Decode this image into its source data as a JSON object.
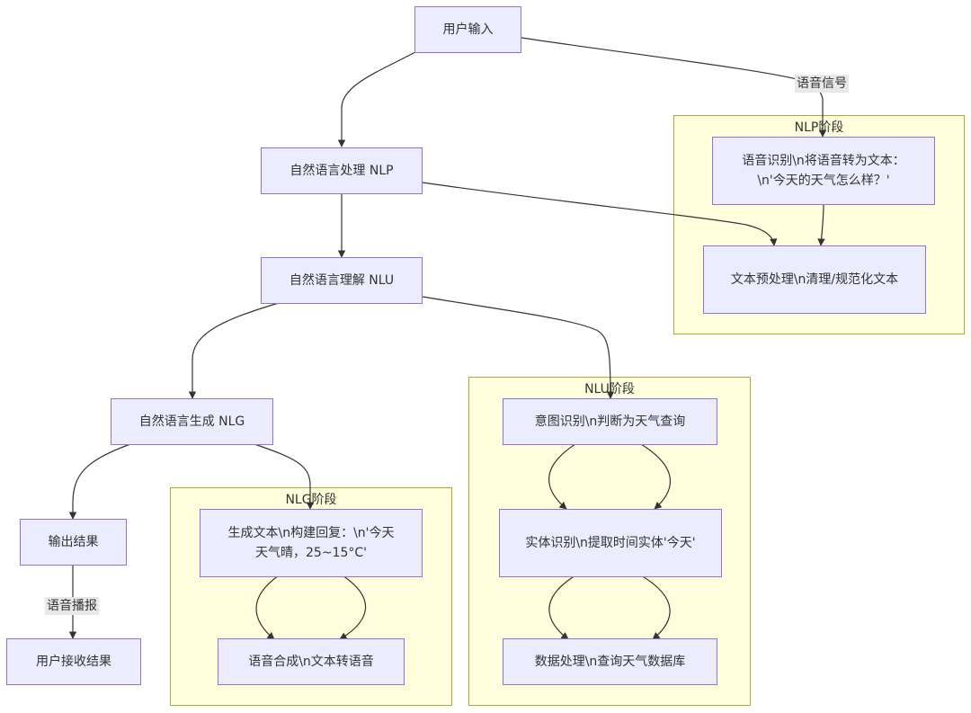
{
  "nodes": {
    "user_input": "用户输入",
    "nlp": "自然语言处理 NLP",
    "nlu": "自然语言理解 NLU",
    "nlg": "自然语言生成 NLG",
    "output": "输出结果",
    "user_receive": "用户接收结果",
    "speech_recognition": "语音识别\\n将语音转为文本：\\n'今天的天气怎么样？'",
    "text_preprocess": "文本预处理\\n清理/规范化文本",
    "intent": "意图识别\\n判断为天气查询",
    "entity": "实体识别\\n提取时间实体'今天'",
    "data_process": "数据处理\\n查询天气数据库",
    "generate_text": "生成文本\\n构建回复：\\n'今天天气晴，25~15°C'",
    "tts": "语音合成\\n文本转语音"
  },
  "clusters": {
    "nlp_stage": "NLP阶段",
    "nlu_stage": "NLU阶段",
    "nlg_stage": "NLG阶段"
  },
  "edge_labels": {
    "speech_signal": "语音信号",
    "voice_broadcast": "语音播报"
  },
  "colors": {
    "node_fill": "#ececff",
    "node_border": "#9370db",
    "cluster_fill": "#ffffde",
    "cluster_border": "#aaaa33",
    "edge": "#333333",
    "label_bg": "#e8e8e8"
  }
}
